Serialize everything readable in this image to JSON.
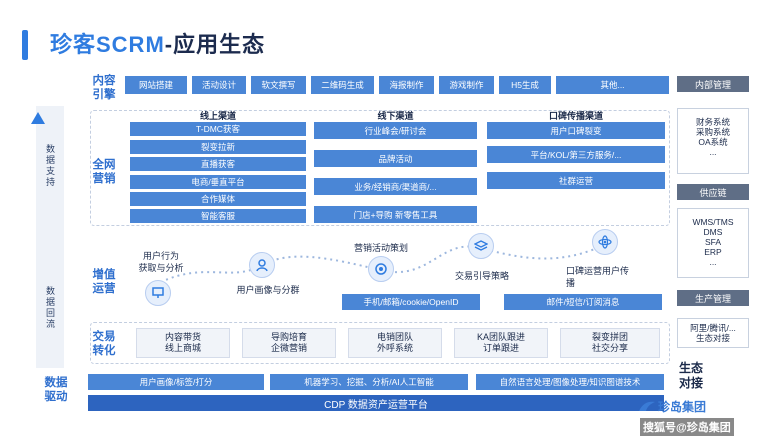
{
  "title": {
    "brand": "珍客SCRM",
    "rest": "-应用生态"
  },
  "left_axis": {
    "top_text": "数据支持",
    "bottom_text": "数据回流"
  },
  "rows": {
    "content": {
      "label": "内容\n引擎",
      "items": [
        "网站搭建",
        "活动设计",
        "软文撰写",
        "二维码生成",
        "海报制作",
        "游戏制作",
        "H5生成",
        "其他..."
      ]
    },
    "marketing": {
      "label": "全网\n营销",
      "columns": [
        {
          "header": "线上渠道",
          "items": [
            "T-DMC获客",
            "裂变拉新",
            "直播获客",
            "电商/垂直平台",
            "合作媒体",
            "智能客服"
          ]
        },
        {
          "header": "线下渠道",
          "items": [
            "行业峰会/研讨会",
            "品牌活动",
            "业务/经销商/渠道商/...",
            "门店+导购 新零售工具"
          ]
        },
        {
          "header": "口碑传播渠道",
          "items": [
            "用户口碑裂变",
            "平台/KOL/第三方服务/...",
            "社群运营"
          ]
        }
      ]
    },
    "value": {
      "label": "增值\n运营",
      "steps": [
        "用户行为\n获取与分析",
        "用户画像与分群",
        "营销活动策划",
        "交易引导策略",
        "口碑运营用户传\n播"
      ],
      "channels": [
        "手机/邮箱/cookie/OpenID",
        "邮件/短信/订阅消息"
      ]
    },
    "trade": {
      "label": "交易\n转化",
      "items": [
        "内容带货\n线上商城",
        "导购培育\n企微营销",
        "电销团队\n外呼系统",
        "KA团队跟进\n订单跟进",
        "裂变拼团\n社交分享"
      ]
    },
    "data": {
      "label": "数据\n驱动",
      "items": [
        "用户画像/标签/打分",
        "机器学习、挖掘、分析/AI人工智能",
        "自然语言处理/图像处理/知识图谱技术"
      ],
      "platform": "CDP 数据资产运营平台"
    }
  },
  "right_panel": {
    "internal": {
      "header": "内部管理",
      "content": "财务系统\n采购系统\nOA系统\n..."
    },
    "supply": {
      "header": "供应链",
      "content": "WMS/TMS\nDMS\nSFA\nERP\n..."
    },
    "production": {
      "header": "生产管理",
      "content": "阿里/腾讯/...\n生态对接"
    },
    "eco_label": "生态\n对接"
  },
  "watermark": {
    "logo_text": "珍岛集团",
    "source": "搜狐号@珍岛集团"
  },
  "colors": {
    "accent": "#2f7ce0",
    "bar": "#4a86d6",
    "bar_dark": "#2d64bf",
    "label": "#2f6fce",
    "right_header": "#5f6e86"
  }
}
